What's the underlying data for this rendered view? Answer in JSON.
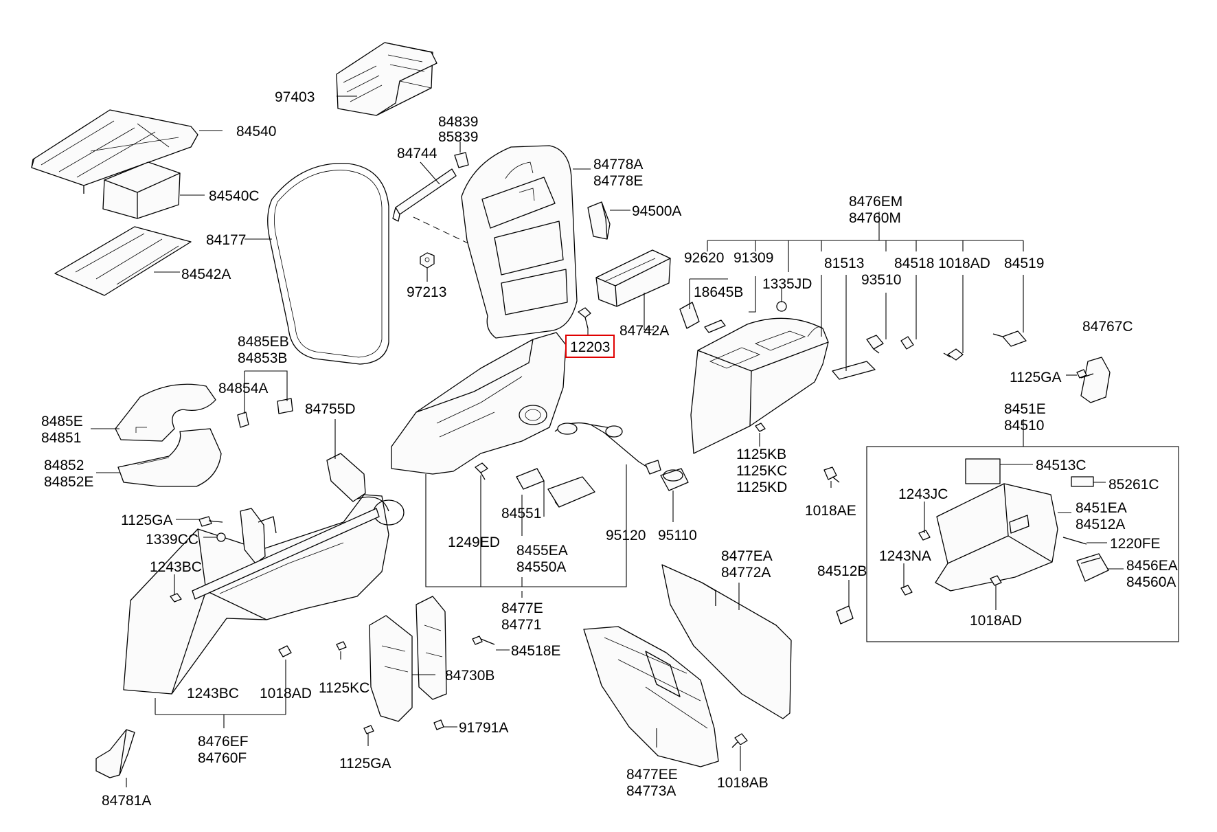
{
  "labels": {
    "l97403": "97403",
    "l84540": "84540",
    "l84540c": "84540C",
    "l84542a": "84542A",
    "l84177": "84177",
    "l84744": "84744",
    "l84839": "84839",
    "l85839": "85839",
    "l84778a": "84778A",
    "l84778e": "84778E",
    "l94500a": "94500A",
    "l97213": "97213",
    "l12203": "12203",
    "l8476em": "8476EM",
    "l84760m": "84760M",
    "l92620": "92620",
    "l91309": "91309",
    "l81513": "81513",
    "l84518": "84518",
    "l1018ad_a": "1018AD",
    "l84519": "84519",
    "l18645b": "18645B",
    "l1335jd": "1335JD",
    "l93510": "93510",
    "l84742a": "84742A",
    "l84767c": "84767C",
    "l1125ga_a": "1125GA",
    "l8485eb": "8485EB",
    "l84853b": "84853B",
    "l84854a": "84854A",
    "l8485e": "8485E",
    "l84851": "84851",
    "l84852": "84852",
    "l84852e": "84852E",
    "l84755d": "84755D",
    "l1125kb": "1125KB",
    "l1125kc_a": "1125KC",
    "l1125kd": "1125KD",
    "l8451e": "8451E",
    "l84510": "84510",
    "l84513c": "84513C",
    "l85261c": "85261C",
    "l1243jc": "1243JC",
    "l8451ea": "8451EA",
    "l84512a": "84512A",
    "l1220fe": "1220FE",
    "l1243na": "1243NA",
    "l8456ea": "8456EA",
    "l84560a": "84560A",
    "l1018ad_b": "1018AD",
    "l1018ae": "1018AE",
    "l84551": "84551",
    "l1249ed": "1249ED",
    "l8455ea": "8455EA",
    "l84550a": "84550A",
    "l95120": "95120",
    "l95110": "95110",
    "l8477e": "8477E",
    "l84771": "84771",
    "l1125ga_b": "1125GA",
    "l1339cc": "1339CC",
    "l1243bc_a": "1243BC",
    "l1243bc_b": "1243BC",
    "l1018ad_c": "1018AD",
    "l8476ef": "8476EF",
    "l84760f": "84760F",
    "l84781a": "84781A",
    "l1125kc_b": "1125KC",
    "l84730b": "84730B",
    "l84518e": "84518E",
    "l91791a": "91791A",
    "l1125ga_c": "1125GA",
    "l8477ea": "8477EA",
    "l84772a": "84772A",
    "l84512b": "84512B",
    "l8477ee": "8477EE",
    "l84773a": "84773A",
    "l1018ab": "1018AB"
  },
  "highlight": {
    "part_number": "12203",
    "color": "#e00000"
  }
}
